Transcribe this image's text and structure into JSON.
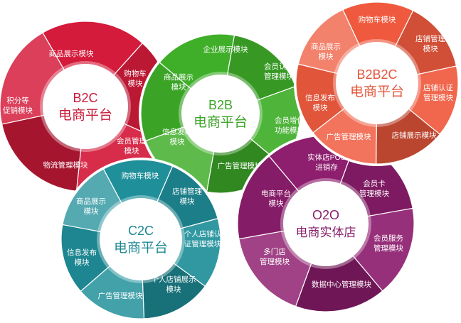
{
  "wheels": [
    {
      "id": "b2c",
      "title": "B2C",
      "subtitle": "电商平台",
      "color": "#d41b3b",
      "segments": [
        "商品展示模块",
        "购物车\n模块",
        "会员管理\n模块",
        "物流管理模块",
        "积分等\n促销模块"
      ]
    },
    {
      "id": "b2b",
      "title": "B2B",
      "subtitle": "电商平台",
      "color": "#3fae29",
      "segments": [
        "企业展示模块",
        "会员认证\n管理模块",
        "会员增值\n功能模块",
        "广告管理模块",
        "信息发布\n模块",
        "商品展示\n模块"
      ]
    },
    {
      "id": "o2o",
      "title": "O2O",
      "subtitle": "电商实体店",
      "color": "#8e1e6e",
      "segments": [
        "实体店POS\n进销存",
        "会员卡\n管理模块",
        "会员服务\n管理模块",
        "数据中心管理模块",
        "多门店\n管理模块",
        "电商平台\n模块"
      ]
    },
    {
      "id": "c2c",
      "title": "C2C",
      "subtitle": "电商平台",
      "color": "#1f8f9a",
      "segments": [
        "购物车模块",
        "店铺管理\n模块",
        "个人店铺认\n证管理模块",
        "个人店铺展示\n模块",
        "广告管理模块",
        "信息发布\n模块",
        "商品展示\n模块"
      ]
    },
    {
      "id": "b2b2c",
      "title": "B2B2C",
      "subtitle": "电商平台",
      "color": "#ef5a3e",
      "segments": [
        "购物车模块",
        "店铺管理\n模块",
        "店铺认证\n管理模块",
        "店铺展示模块",
        "广告管理模块",
        "信息发布\n模块",
        "商品展示\n模块"
      ]
    }
  ]
}
